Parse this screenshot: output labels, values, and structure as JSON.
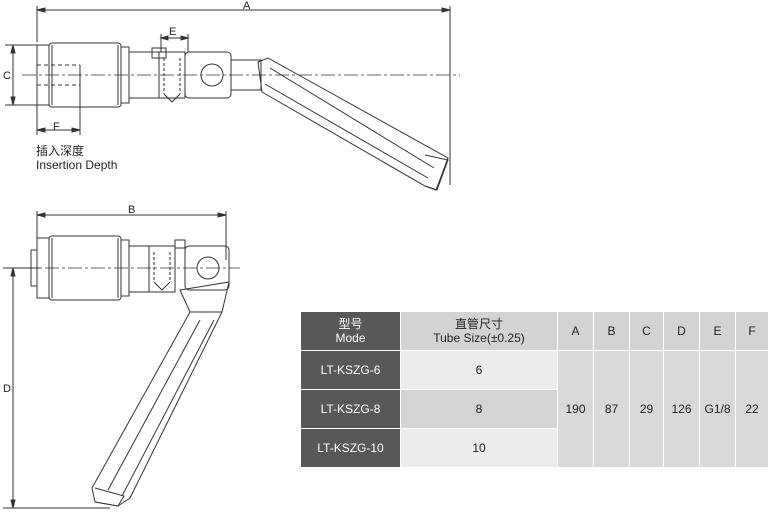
{
  "dimension_labels": {
    "a": "A",
    "b": "B",
    "c": "C",
    "d": "D",
    "e": "E",
    "f": "F"
  },
  "insertion_depth": {
    "zh": "插入深度",
    "en": "Insertion Depth"
  },
  "table": {
    "model_header_zh": "型号",
    "model_header_en": "Mode",
    "size_header_zh": "直管尺寸",
    "size_header_en": "Tube Size(±0.25)",
    "col_a": "A",
    "col_b": "B",
    "col_c": "C",
    "col_d": "D",
    "col_e": "E",
    "col_f": "F",
    "rows": [
      {
        "model": "LT-KSZG-6",
        "size": "6"
      },
      {
        "model": "LT-KSZG-8",
        "size": "8"
      },
      {
        "model": "LT-KSZG-10",
        "size": "10"
      }
    ],
    "values": {
      "a": "190",
      "b": "87",
      "c": "29",
      "d": "126",
      "e": "G1/8",
      "f": "22"
    }
  },
  "colors": {
    "header_dark": "#58585a",
    "header_light": "#d3d3d3",
    "row_light": "#ececec",
    "row_mid": "#d4d4d4",
    "line": "#333333"
  }
}
